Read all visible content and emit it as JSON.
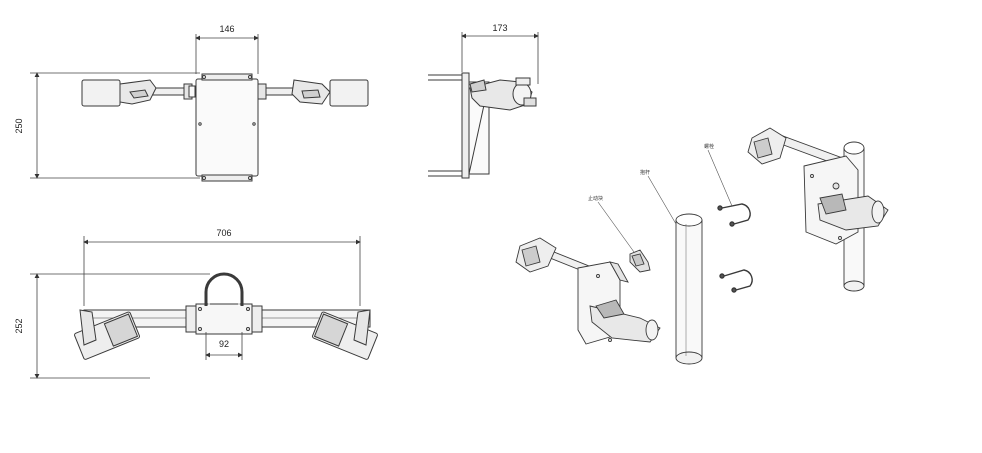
{
  "dimensions": {
    "front_width": "146",
    "front_height": "250",
    "side_width": "173",
    "total_width": "706",
    "bottom_height": "252",
    "clamp_width": "92"
  },
  "callouts": {
    "pole": "抱杆",
    "ubolt": "螺栓",
    "stopper": "止动块"
  },
  "colors": {
    "line": "#3a3a3a",
    "dim_line": "#444444",
    "fill_light": "#fafafa",
    "fill_shade": "#e6e6e6",
    "fill_dark": "#b8b8b8"
  }
}
